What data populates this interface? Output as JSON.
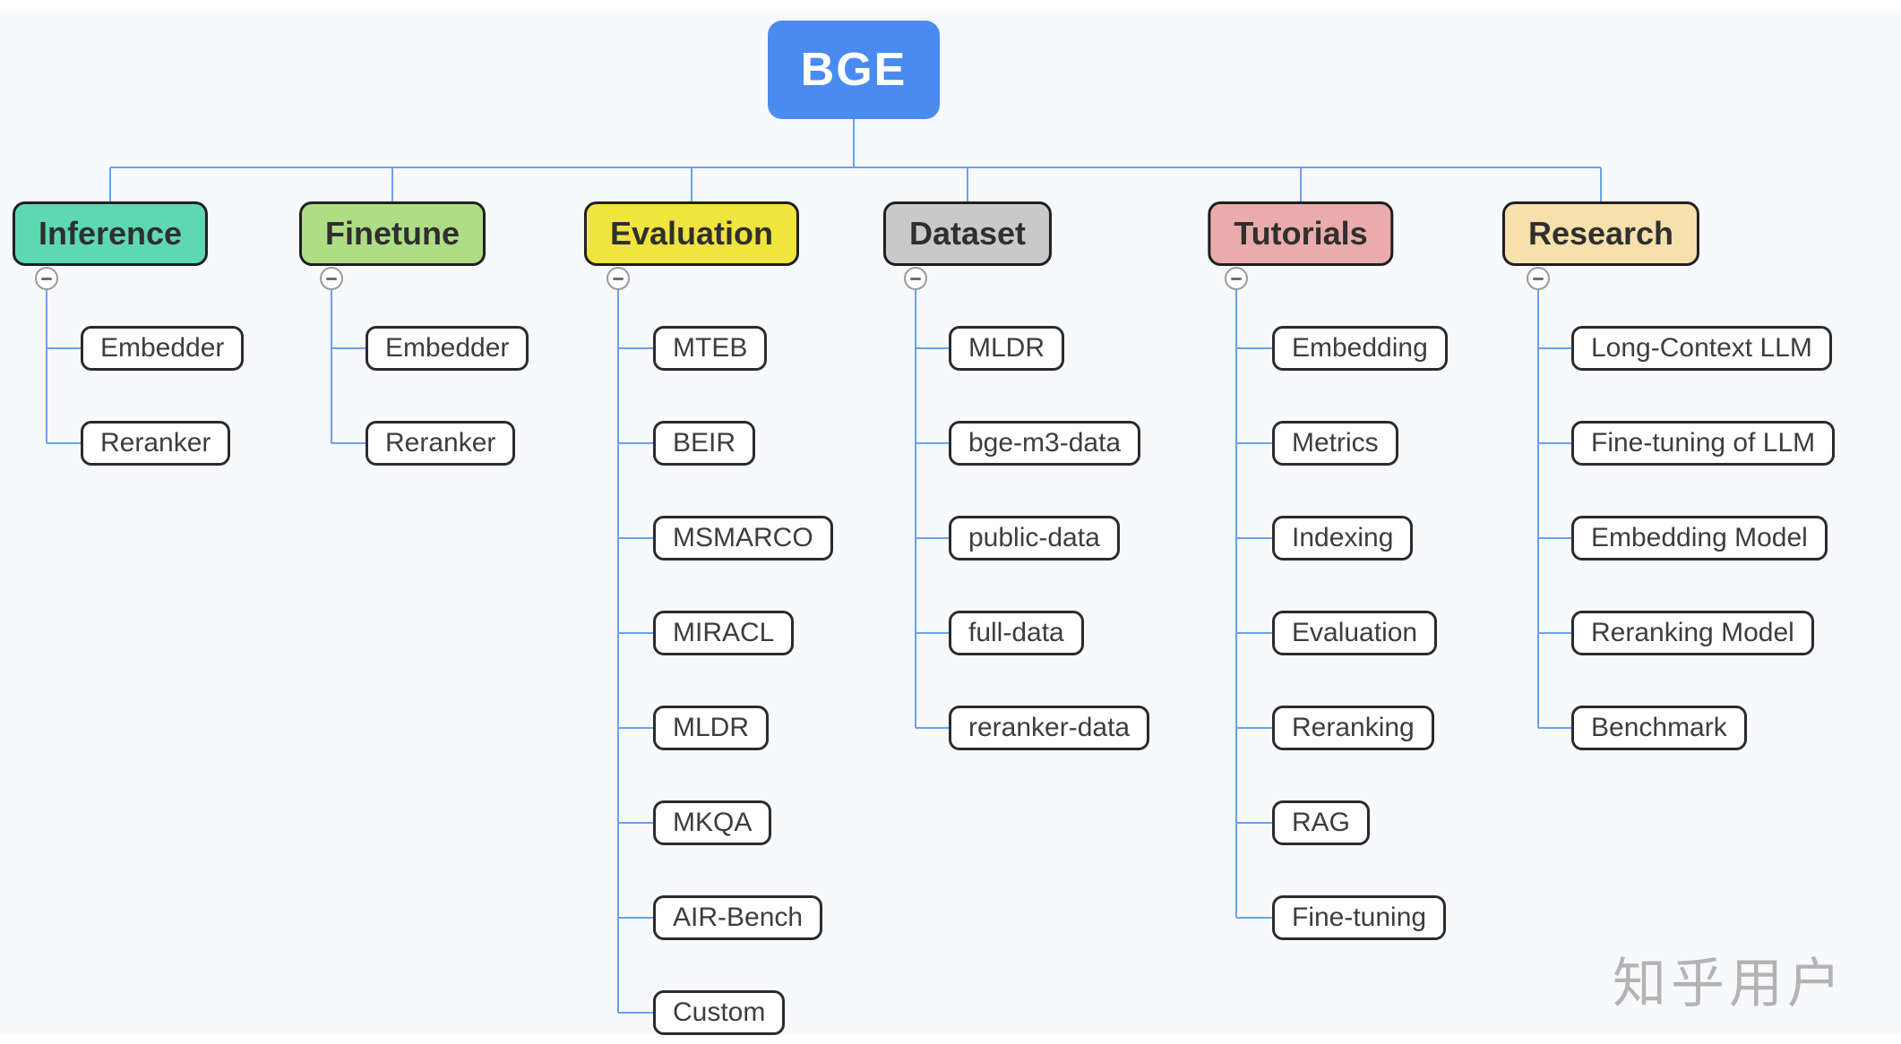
{
  "root": {
    "label": "BGE",
    "fill": "#4a8bf0",
    "text_color": "#ffffff"
  },
  "branches": [
    {
      "label": "Inference",
      "fill": "#5ed8b2",
      "children": [
        "Embedder",
        "Reranker"
      ]
    },
    {
      "label": "Finetune",
      "fill": "#aedd86",
      "children": [
        "Embedder",
        "Reranker"
      ]
    },
    {
      "label": "Evaluation",
      "fill": "#f0e43e",
      "children": [
        "MTEB",
        "BEIR",
        "MSMARCO",
        "MIRACL",
        "MLDR",
        "MKQA",
        "AIR-Bench",
        "Custom"
      ]
    },
    {
      "label": "Dataset",
      "fill": "#c9c9c9",
      "children": [
        "MLDR",
        "bge-m3-data",
        "public-data",
        "full-data",
        "reranker-data"
      ]
    },
    {
      "label": "Tutorials",
      "fill": "#e9abab",
      "children": [
        "Embedding",
        "Metrics",
        "Indexing",
        "Evaluation",
        "Reranking",
        "RAG",
        "Fine-tuning"
      ]
    },
    {
      "label": "Research",
      "fill": "#f6e0ab",
      "children": [
        "Long-Context LLM",
        "Fine-tuning of LLM",
        "Embedding Model",
        "Reranking Model",
        "Benchmark"
      ]
    }
  ],
  "watermark": {
    "text": "知乎用户",
    "color": "#b3b3b3"
  },
  "colors": {
    "background": "#f7f9fc",
    "connector": "#6aa1ef",
    "node_border": "#2b2b2b",
    "child_fill": "#ffffff",
    "child_text": "#3d3d3d"
  }
}
